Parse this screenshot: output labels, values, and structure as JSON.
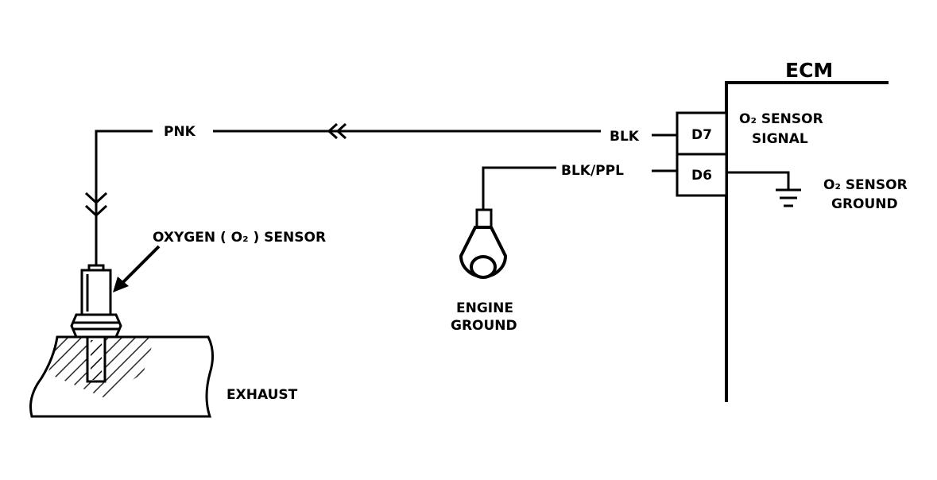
{
  "ecm": {
    "title": "ECM",
    "pins": [
      {
        "id": "D7",
        "wire_color": "BLK",
        "function_line1": "O₂ SENSOR",
        "function_line2": "SIGNAL"
      },
      {
        "id": "D6",
        "wire_color": "BLK/PPL",
        "function_line1": "O₂ SENSOR",
        "function_line2": "GROUND"
      }
    ]
  },
  "wires": {
    "sensor_side_color": "PNK"
  },
  "components": {
    "oxygen_sensor_label": "OXYGEN ( O₂ ) SENSOR",
    "engine_ground_line1": "ENGINE",
    "engine_ground_line2": "GROUND",
    "exhaust_label": "EXHAUST"
  }
}
